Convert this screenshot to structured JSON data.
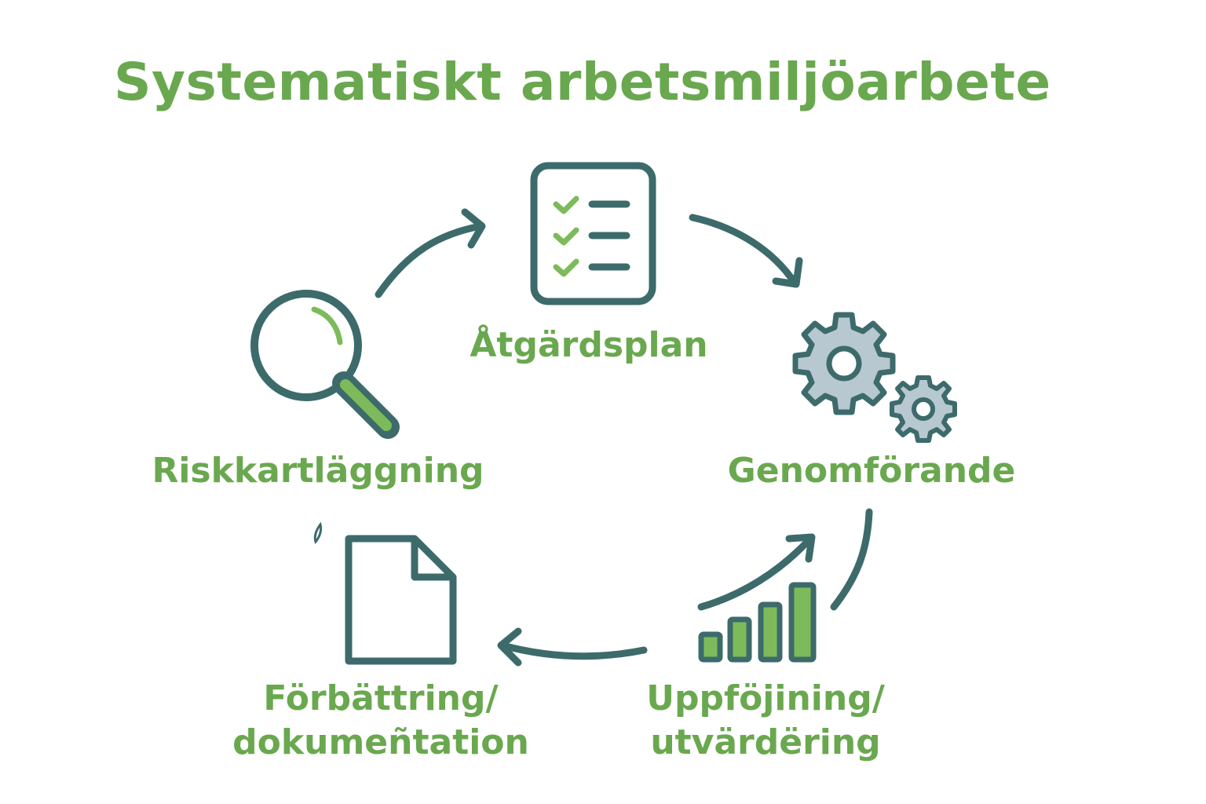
{
  "title": "Systematiskt arbetsmiljöarbete",
  "steps": [
    {
      "id": "atgardsplan",
      "label_lines": [
        "Åtgärdsplan"
      ],
      "icon": "checklist-icon"
    },
    {
      "id": "genomforande",
      "label_lines": [
        "Genomförande"
      ],
      "icon": "gears-icon"
    },
    {
      "id": "uppfoljning",
      "label_lines": [
        "Uppföjining/",
        "utvärdëring"
      ],
      "icon": "growth-chart-icon"
    },
    {
      "id": "forbattring",
      "label_lines": [
        "Förbättring/",
        "dokumeñtation"
      ],
      "icon": "document-icon"
    },
    {
      "id": "riskkartlaggning",
      "label_lines": [
        "Riskkartläggning"
      ],
      "icon": "magnifier-icon"
    }
  ],
  "colors": {
    "primary_dark": "#3d6b6b",
    "accent_green": "#6aa84f",
    "light_green": "#7dbb5a",
    "gear_fill": "#b8c8d0"
  }
}
